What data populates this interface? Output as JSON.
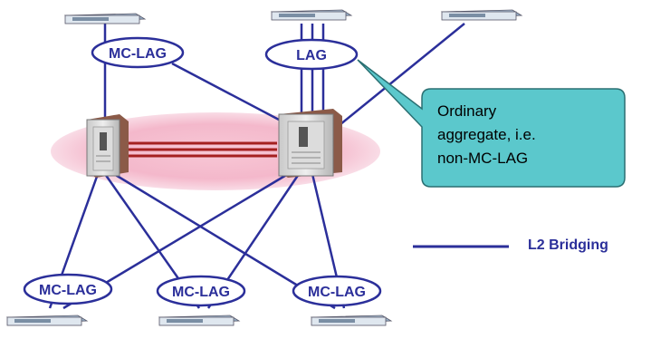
{
  "bundles": {
    "top_left": "MC-LAG",
    "top_middle": "LAG",
    "bottom_left": "MC-LAG",
    "bottom_middle": "MC-LAG",
    "bottom_right": "MC-LAG"
  },
  "callout": {
    "lines": [
      "Ordinary",
      "aggregate, i.e.",
      "non-MC-LAG"
    ]
  },
  "legend": {
    "label": "L2 Bridging"
  },
  "colors": {
    "link": "#2b2f9a",
    "ellipse_border": "#2b2f9a",
    "callout_fill": "#5bc8cc",
    "callout_border": "#2a6f72",
    "interchassis_link": "#a52020",
    "core_halo": "#f2b0c4"
  },
  "icons": [
    "access-switch-icon",
    "chassis-router-icon"
  ]
}
